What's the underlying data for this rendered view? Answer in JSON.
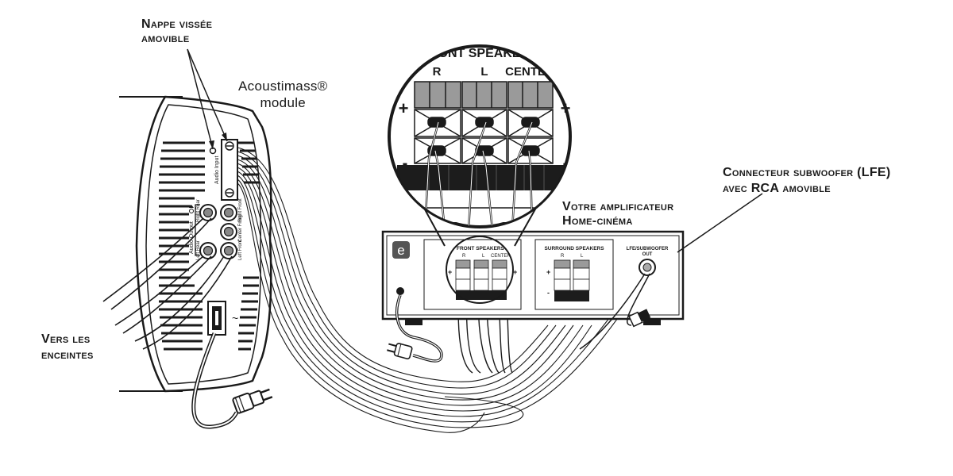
{
  "labels": {
    "nappe_line1": "Nappe vissée",
    "nappe_line2": "amovible",
    "acoustimass_line1": "Acoustimass®",
    "acoustimass_line2": "module",
    "vers_line1": "Vers les",
    "vers_line2": "enceintes",
    "amp_line1": "Votre amplificateur",
    "amp_line2": "Home-cinéma",
    "lfe_line1": "Connecteur subwoofer (LFE)",
    "lfe_line2": "avec RCA amovible"
  },
  "zoom": {
    "title": "FRONT SPEAKERS",
    "r": "R",
    "l": "L",
    "center": "CENTER",
    "plus": "+",
    "minus": "-"
  },
  "module_panel": {
    "audio_input": "Audio Input",
    "audio_output": "Audio Output",
    "right_rear": "Right Rear",
    "right_front": "Right Front",
    "center_front": "Center Front",
    "left_rear": "Left Rear",
    "left_front": "Left Front",
    "power_symbol": "~"
  },
  "amplifier": {
    "logo": "e",
    "front_speakers": "FRONT SPEAKERS",
    "r": "R",
    "l": "L",
    "center": "CENTER",
    "surround_speakers": "SURROUND SPEAKERS",
    "surround_r": "R",
    "surround_l": "L",
    "lfe_out_1": "LFE/SUBWOOFER",
    "lfe_out_2": "OUT",
    "plus": "+",
    "minus": "-"
  },
  "colors": {
    "line": "#1a1a1a",
    "panel": "#ffffff",
    "dark_fill": "#1c1c1c",
    "grey_fill": "#9a9a9a",
    "light_grey": "#cfcfcf"
  }
}
